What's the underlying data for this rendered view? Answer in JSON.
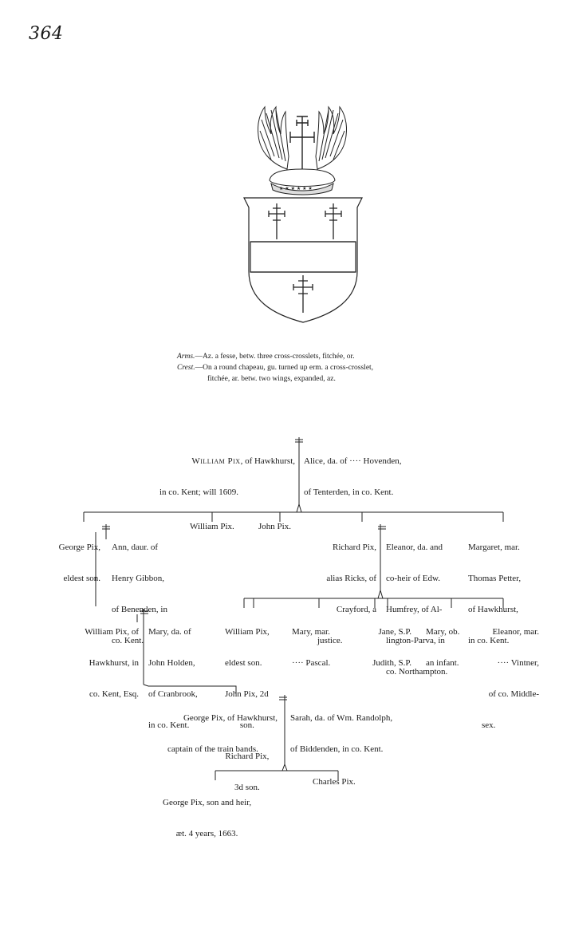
{
  "page_number": "364",
  "arms": {
    "arms_label": "Arms.",
    "arms_text": "—Az. a fesse, betw. three cross-crosslets, fitchée, or.",
    "crest_label": "Crest.",
    "crest_text_1": "—On a round chapeau, gu. turned up erm. a cross-crosslet,",
    "crest_text_2": "fitchée, ar. betw. two wings, expanded, az."
  },
  "pedigree": {
    "gen1": {
      "william": {
        "name": "William Pix",
        "rest": ", of Hawkhurst,",
        "line2": "in co. Kent; will 1609."
      },
      "alice": {
        "line1": "Alice, da. of ···· Hovenden,",
        "line2": "of Tenterden, in co. Kent."
      }
    },
    "gen2": {
      "george": {
        "line1": "George Pix,",
        "line2": "eldest son."
      },
      "ann": {
        "line1": "Ann, daur. of",
        "line2": "Henry Gibbon,",
        "line3": "of Benenden, in",
        "line4": "co. Kent."
      },
      "william": "William Pix.",
      "john": "John Pix.",
      "richard": {
        "line1": "Richard Pix,",
        "line2": "alias Ricks, of",
        "line3": "Crayford, a",
        "line4": "justice."
      },
      "eleanor": {
        "line1": "Eleanor, da. and",
        "line2": "co-heir of Edw.",
        "line3": "Humfrey, of Al-",
        "line4": "lington-Parva, in",
        "line5": "co. Northampton."
      },
      "margaret": {
        "line1": "Margaret, mar.",
        "line2": "Thomas Petter,",
        "line3": "of Hawkhurst,",
        "line4": "in co. Kent."
      }
    },
    "gen3": {
      "william": {
        "line1": "William Pix, of",
        "line2": "Hawkhurst, in",
        "line3": "co. Kent, Esq."
      },
      "mary_holden": {
        "line1": "Mary, da. of",
        "line2": "John Holden,",
        "line3": "of Cranbrook,",
        "line4": "in co. Kent."
      },
      "sons": {
        "line1": "William Pix,",
        "line2": "eldest son.",
        "line3": "John Pix, 2d",
        "line4": "son.",
        "line5": "Richard Pix,",
        "line6": "3d son."
      },
      "mary_pascal": {
        "line1": "Mary, mar.",
        "line2": "···· Pascal."
      },
      "jane": {
        "line1": "Jane, S.P.",
        "line2": "Judith, S.P."
      },
      "mary_infant": {
        "line1": "Mary, ob.",
        "line2": "an infant."
      },
      "eleanor": {
        "line1": "Eleanor, mar.",
        "line2": "···· Vintner,",
        "line3": "of co. Middle-",
        "line4": "sex."
      }
    },
    "gen4": {
      "george": {
        "line1": "George Pix, of Hawkhurst,",
        "line2": "captain of the train bands."
      },
      "sarah": {
        "line1": "Sarah, da. of Wm. Randolph,",
        "line2": "of Biddenden, in co. Kent."
      }
    },
    "gen5": {
      "george": {
        "line1": "George Pix, son and heir,",
        "line2": "æt. 4 years, 1663."
      },
      "charles": "Charles Pix."
    }
  }
}
